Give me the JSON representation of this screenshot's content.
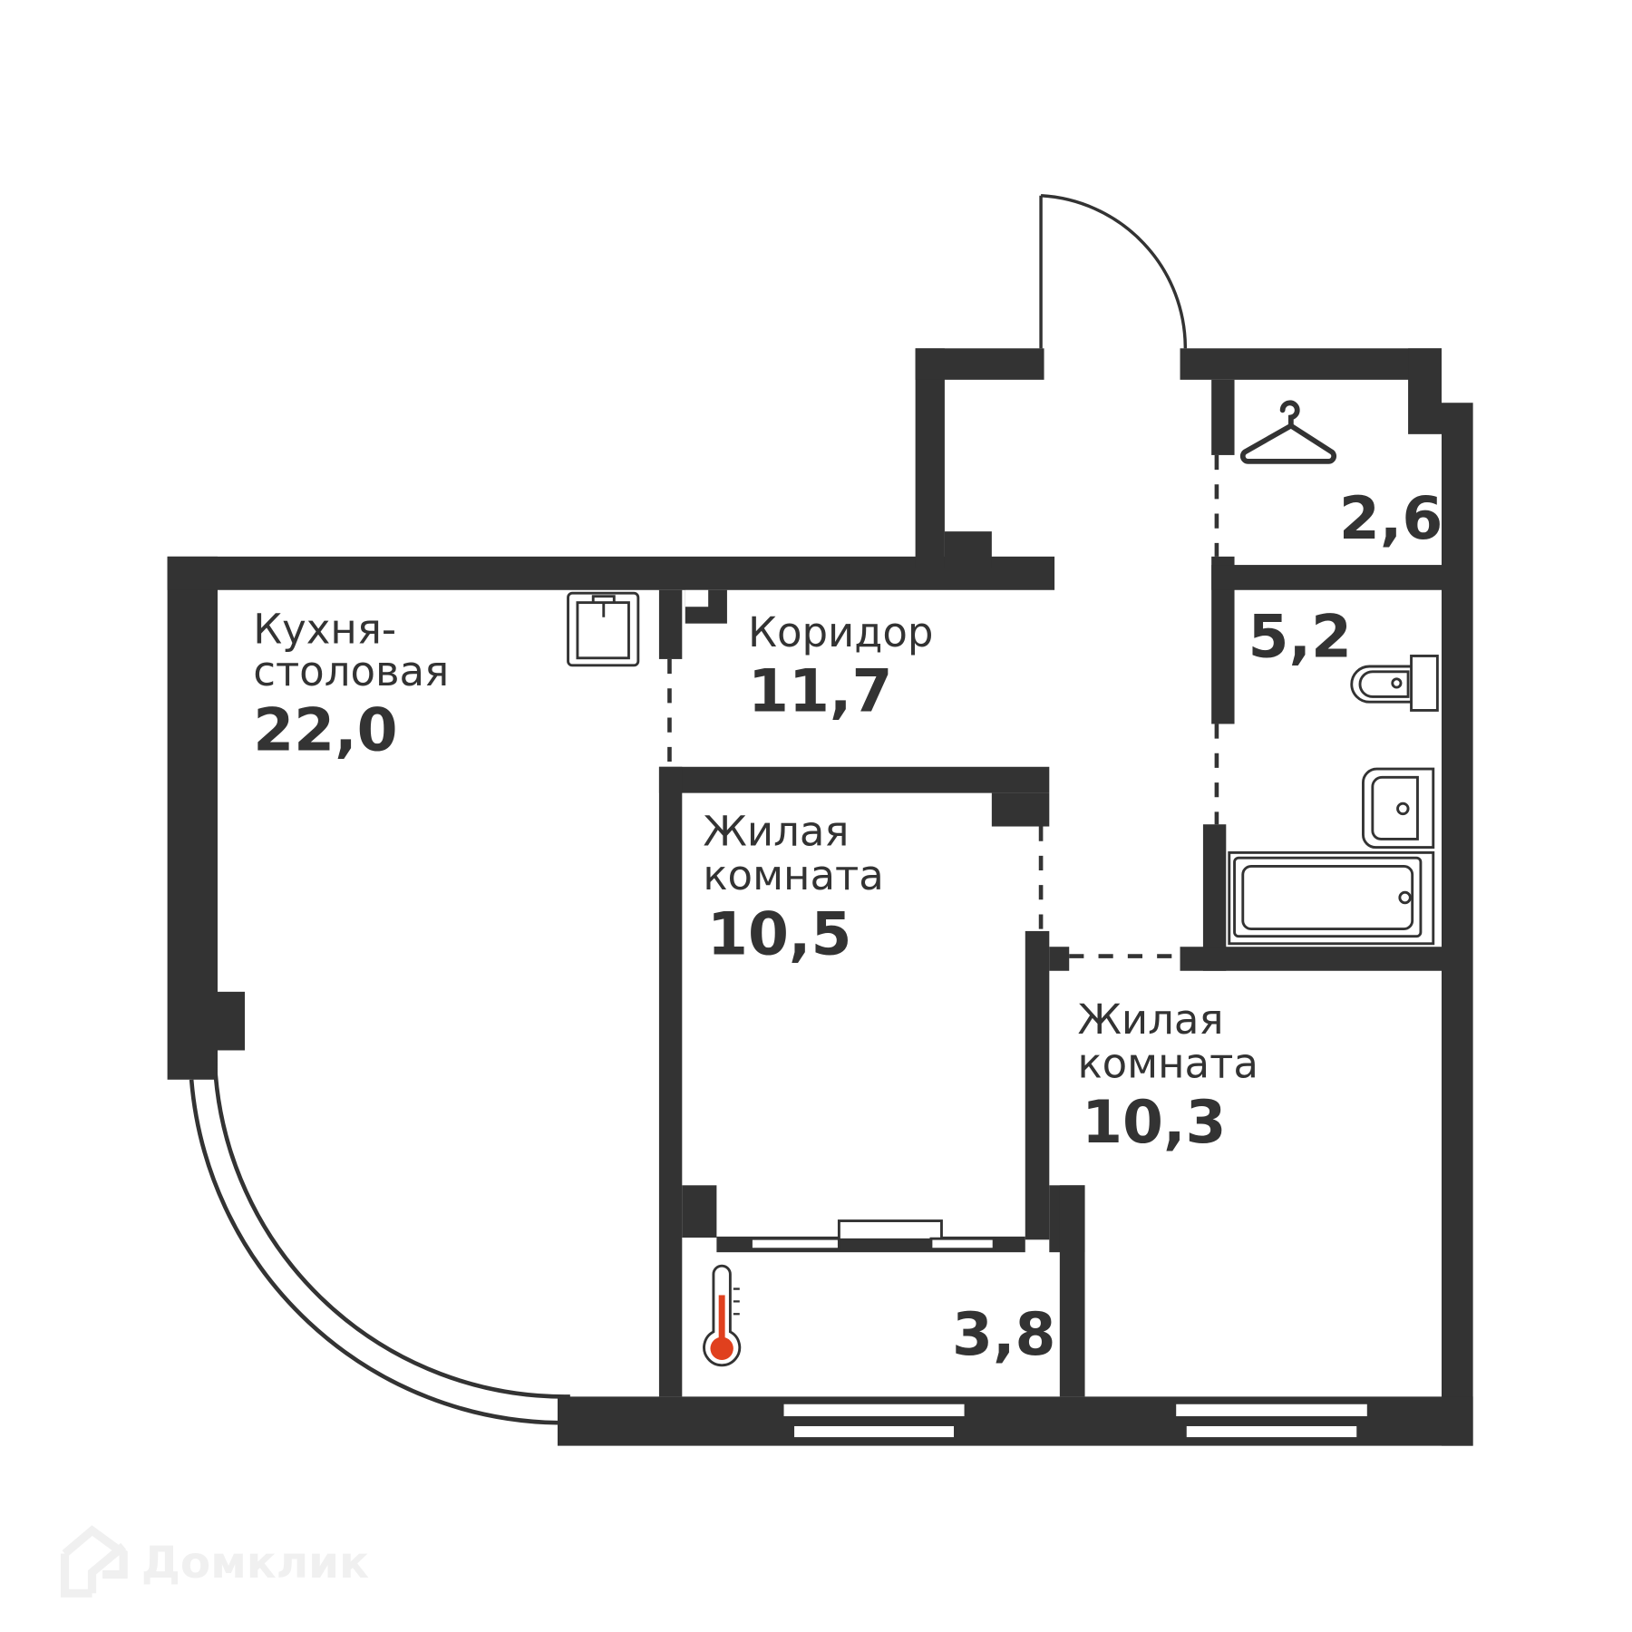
{
  "rooms": {
    "kitchen": {
      "label_line1": "Кухня-",
      "label_line2": "столовая",
      "area": "22,0"
    },
    "corridor": {
      "label": "Коридор",
      "area": "11,7"
    },
    "bedroom1": {
      "label_line1": "Жилая",
      "label_line2": "комната",
      "area": "10,5"
    },
    "bedroom2": {
      "label_line1": "Жилая",
      "label_line2": "комната",
      "area": "10,3"
    },
    "wardrobe": {
      "area": "2,6"
    },
    "bathroom": {
      "area": "5,2"
    },
    "balcony": {
      "area": "3,8"
    }
  },
  "colors": {
    "wall": "#333333",
    "thermometer": "#E0401E",
    "watermark": "#f0f0f0"
  },
  "watermark": {
    "text": "Домклик"
  }
}
